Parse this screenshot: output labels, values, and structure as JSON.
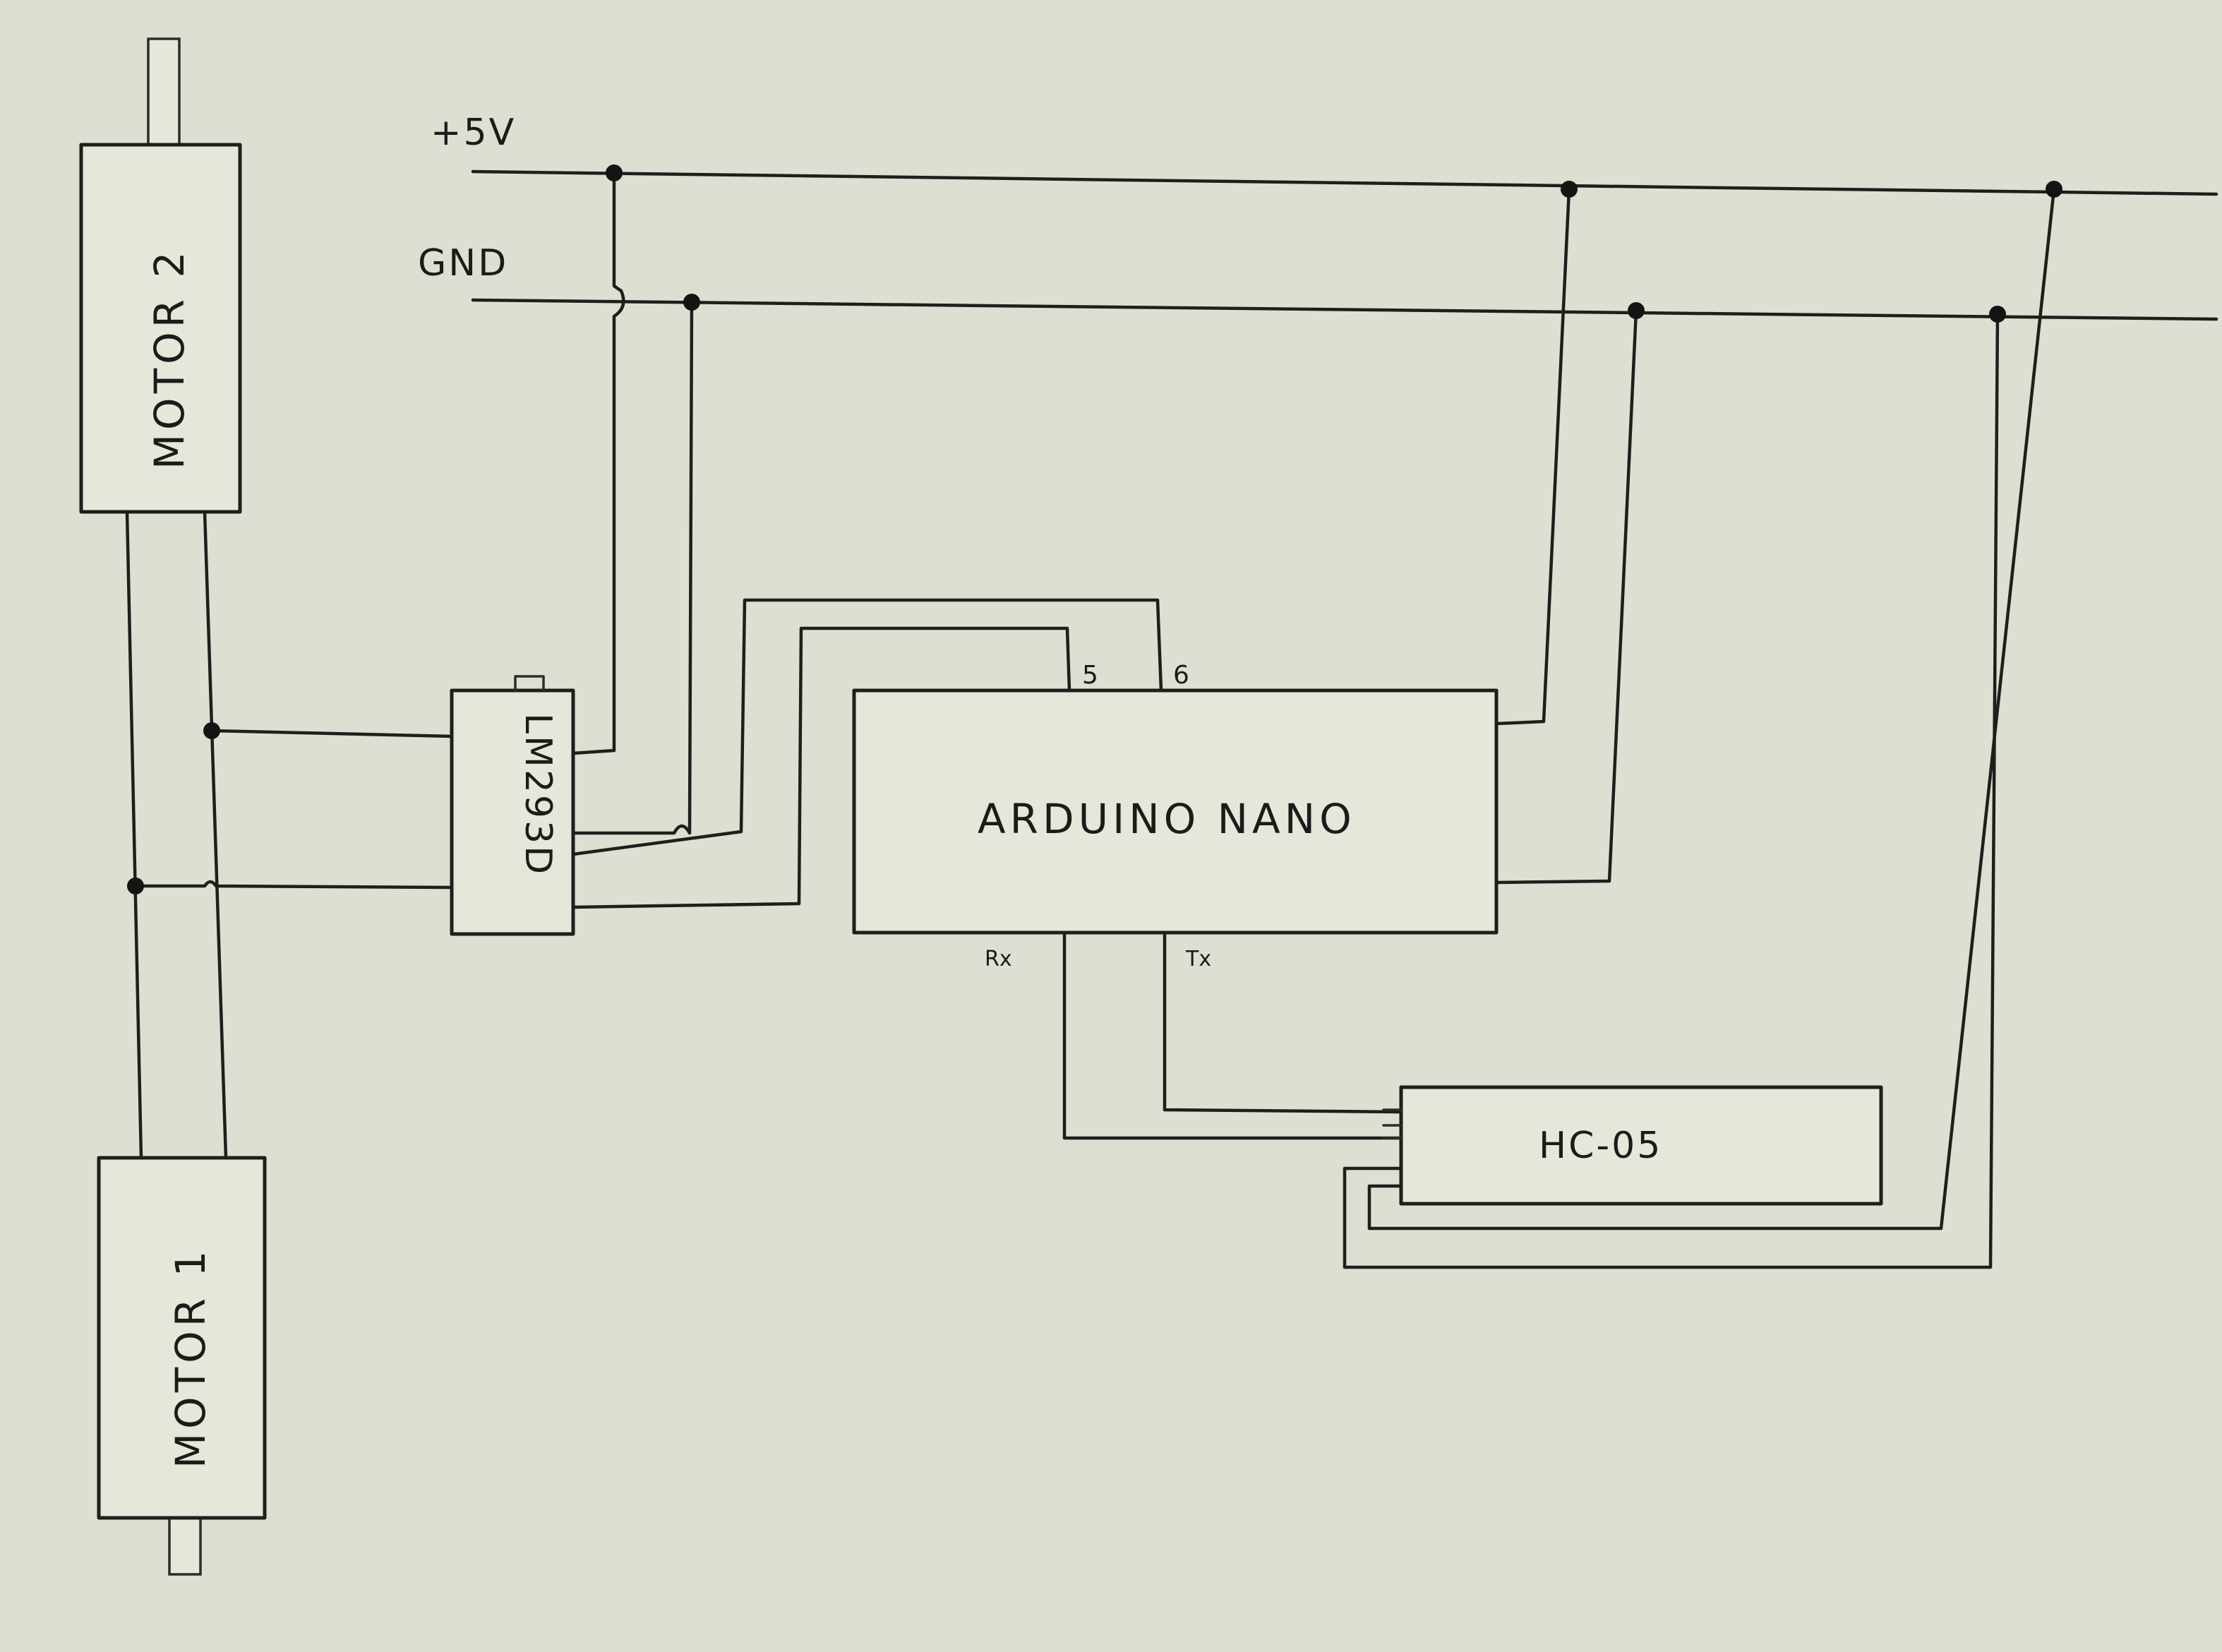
{
  "rails": {
    "vcc_label": "+5V",
    "gnd_label": "GND"
  },
  "motors": {
    "motor2_label": "MOTOR 2",
    "motor1_label": "MOTOR 1"
  },
  "driver": {
    "label": "LM293D"
  },
  "mcu": {
    "label": "ARDUINO NANO",
    "pin5": "5",
    "pin6": "6",
    "rx": "Rx",
    "tx": "Tx"
  },
  "bluetooth": {
    "label": "HC-05"
  },
  "colors": {
    "paper": "#dcdfd1",
    "ink": "#1d1f1c"
  }
}
